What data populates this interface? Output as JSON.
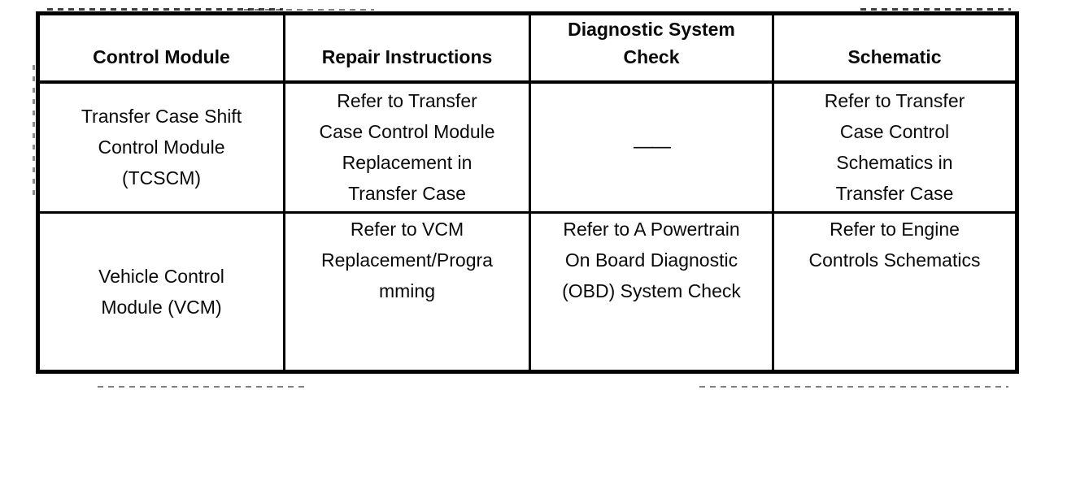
{
  "page": {
    "background_color": "#ffffff",
    "border_color": "#000000",
    "text_color": "#0a0a0a"
  },
  "table": {
    "columns": [
      {
        "key": "control_module",
        "label": "Control Module"
      },
      {
        "key": "repair_instructions",
        "label": "Repair Instructions"
      },
      {
        "key": "diagnostic_system_check",
        "label": "Diagnostic System\nCheck"
      },
      {
        "key": "schematic",
        "label": "Schematic"
      }
    ],
    "rows": [
      {
        "control_module": "Transfer Case Shift\nControl Module\n(TCSCM)",
        "repair_instructions": "Refer to Transfer\nCase Control Module\nReplacement in\nTransfer Case",
        "diagnostic_system_check": "——",
        "schematic": "Refer to Transfer\nCase Control\nSchematics in\nTransfer Case"
      },
      {
        "control_module": "Vehicle Control\nModule (VCM)",
        "repair_instructions": "Refer to VCM\nReplacement/Progra\nmming",
        "diagnostic_system_check": "Refer to A Powertrain\nOn Board Diagnostic\n(OBD) System Check",
        "schematic": "Refer to Engine\nControls Schematics"
      }
    ]
  }
}
